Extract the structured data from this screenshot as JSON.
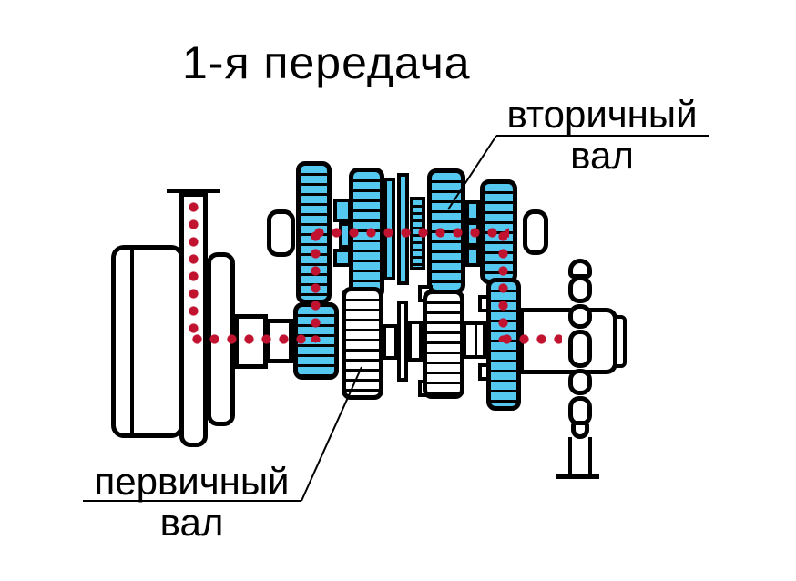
{
  "diagram": {
    "title": "1-я передача",
    "labels": {
      "secondary_shaft": {
        "line1": "вторичный",
        "line2": "вал"
      },
      "primary_shaft": {
        "line1": "первичный",
        "line2": "вал"
      }
    },
    "colors": {
      "gear_fill": "#55C8F0",
      "power_path": "#C1122F",
      "outline": "#000000",
      "background": "#FFFFFF"
    }
  }
}
